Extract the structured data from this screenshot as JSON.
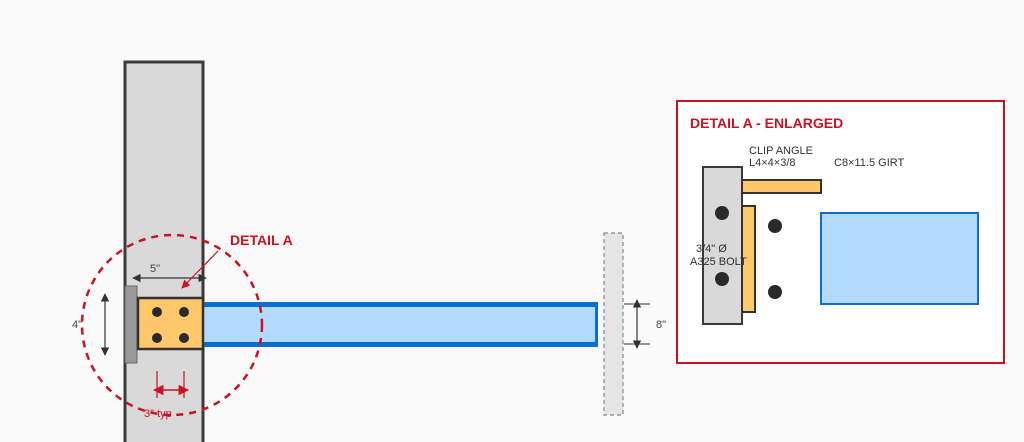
{
  "main_view": {
    "detail_callout_label": "DETAIL A",
    "dim_width_label": "5\"",
    "dim_height_label": "4\"",
    "dim_spacing_label": "3\" typ",
    "dim_girt_depth_label": "8\""
  },
  "detail_panel": {
    "title": "DETAIL A - ENLARGED",
    "clip_angle_label_line1": "CLIP ANGLE",
    "clip_angle_label_line2": "L4×4×3/8",
    "girt_label": "C8×11.5 GIRT",
    "bolt_label_line1": "3/4\" Ø",
    "bolt_label_line2": "A325 BOLT"
  },
  "colors": {
    "background": "#fafafa",
    "column_fill": "#d9d9d9",
    "column_stroke": "#3a3a3a",
    "clip_angle_fill": "#ffc96b",
    "girt_fill": "#b3daff",
    "girt_stroke": "#0a6fd1",
    "detail_red": "#cc1122",
    "bolt": "#2a2a2a"
  }
}
